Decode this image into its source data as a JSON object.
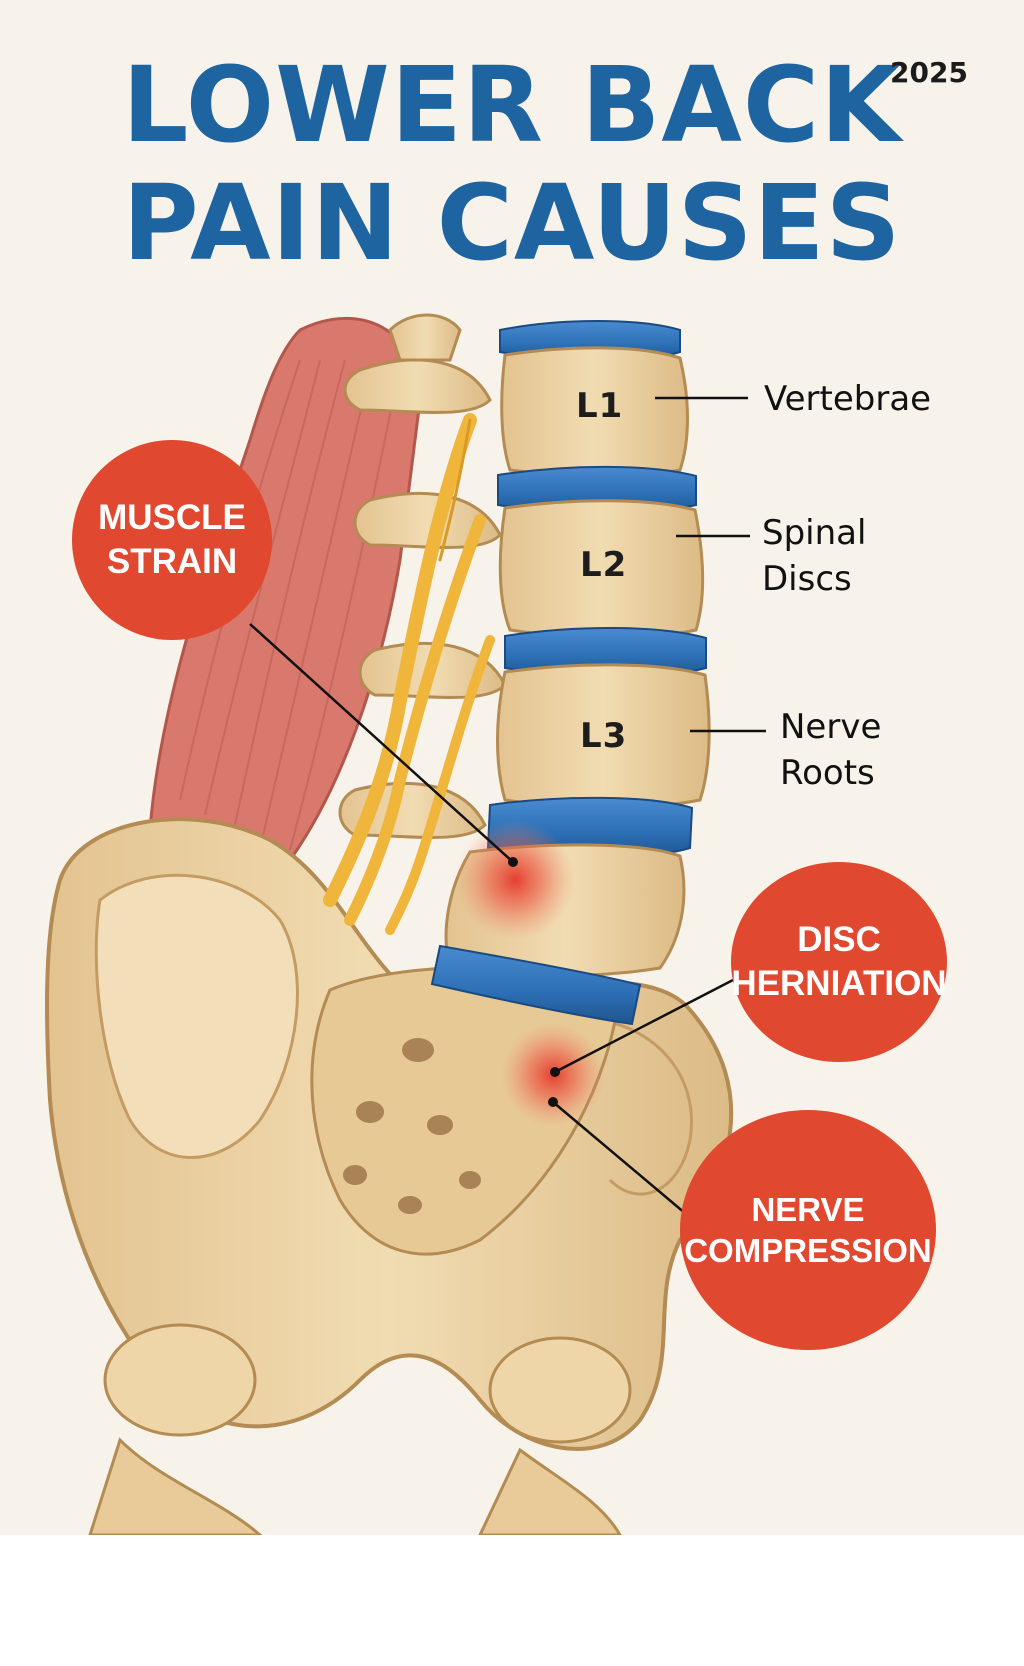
{
  "title": {
    "line1": "LOWER BACK",
    "line2": "PAIN CAUSES"
  },
  "year": "2025",
  "vertebra_labels": [
    "L1",
    "L2",
    "L3"
  ],
  "structure_labels": {
    "vertebrae": "Vertebrae",
    "spinal_discs": {
      "line1": "Spinal",
      "line2": "Discs"
    },
    "nerve_roots": {
      "line1": "Nerve",
      "line2": "Roots"
    }
  },
  "causes": {
    "muscle_strain": {
      "line1": "MUSCLE",
      "line2": "STRAIN"
    },
    "disc_herniation": {
      "line1": "DISC",
      "line2": "HERNIATION"
    },
    "nerve_compression": {
      "line1": "NERVE",
      "line2": "COMPRESSION"
    }
  },
  "colors": {
    "title": "#1e64a0",
    "disc": "#2c6fb5",
    "bone": "#ecd3a3",
    "muscle": "#d9786c",
    "nerve": "#f0b63c",
    "cause_badge": "#e0482f",
    "background": "#f8f3ea"
  }
}
